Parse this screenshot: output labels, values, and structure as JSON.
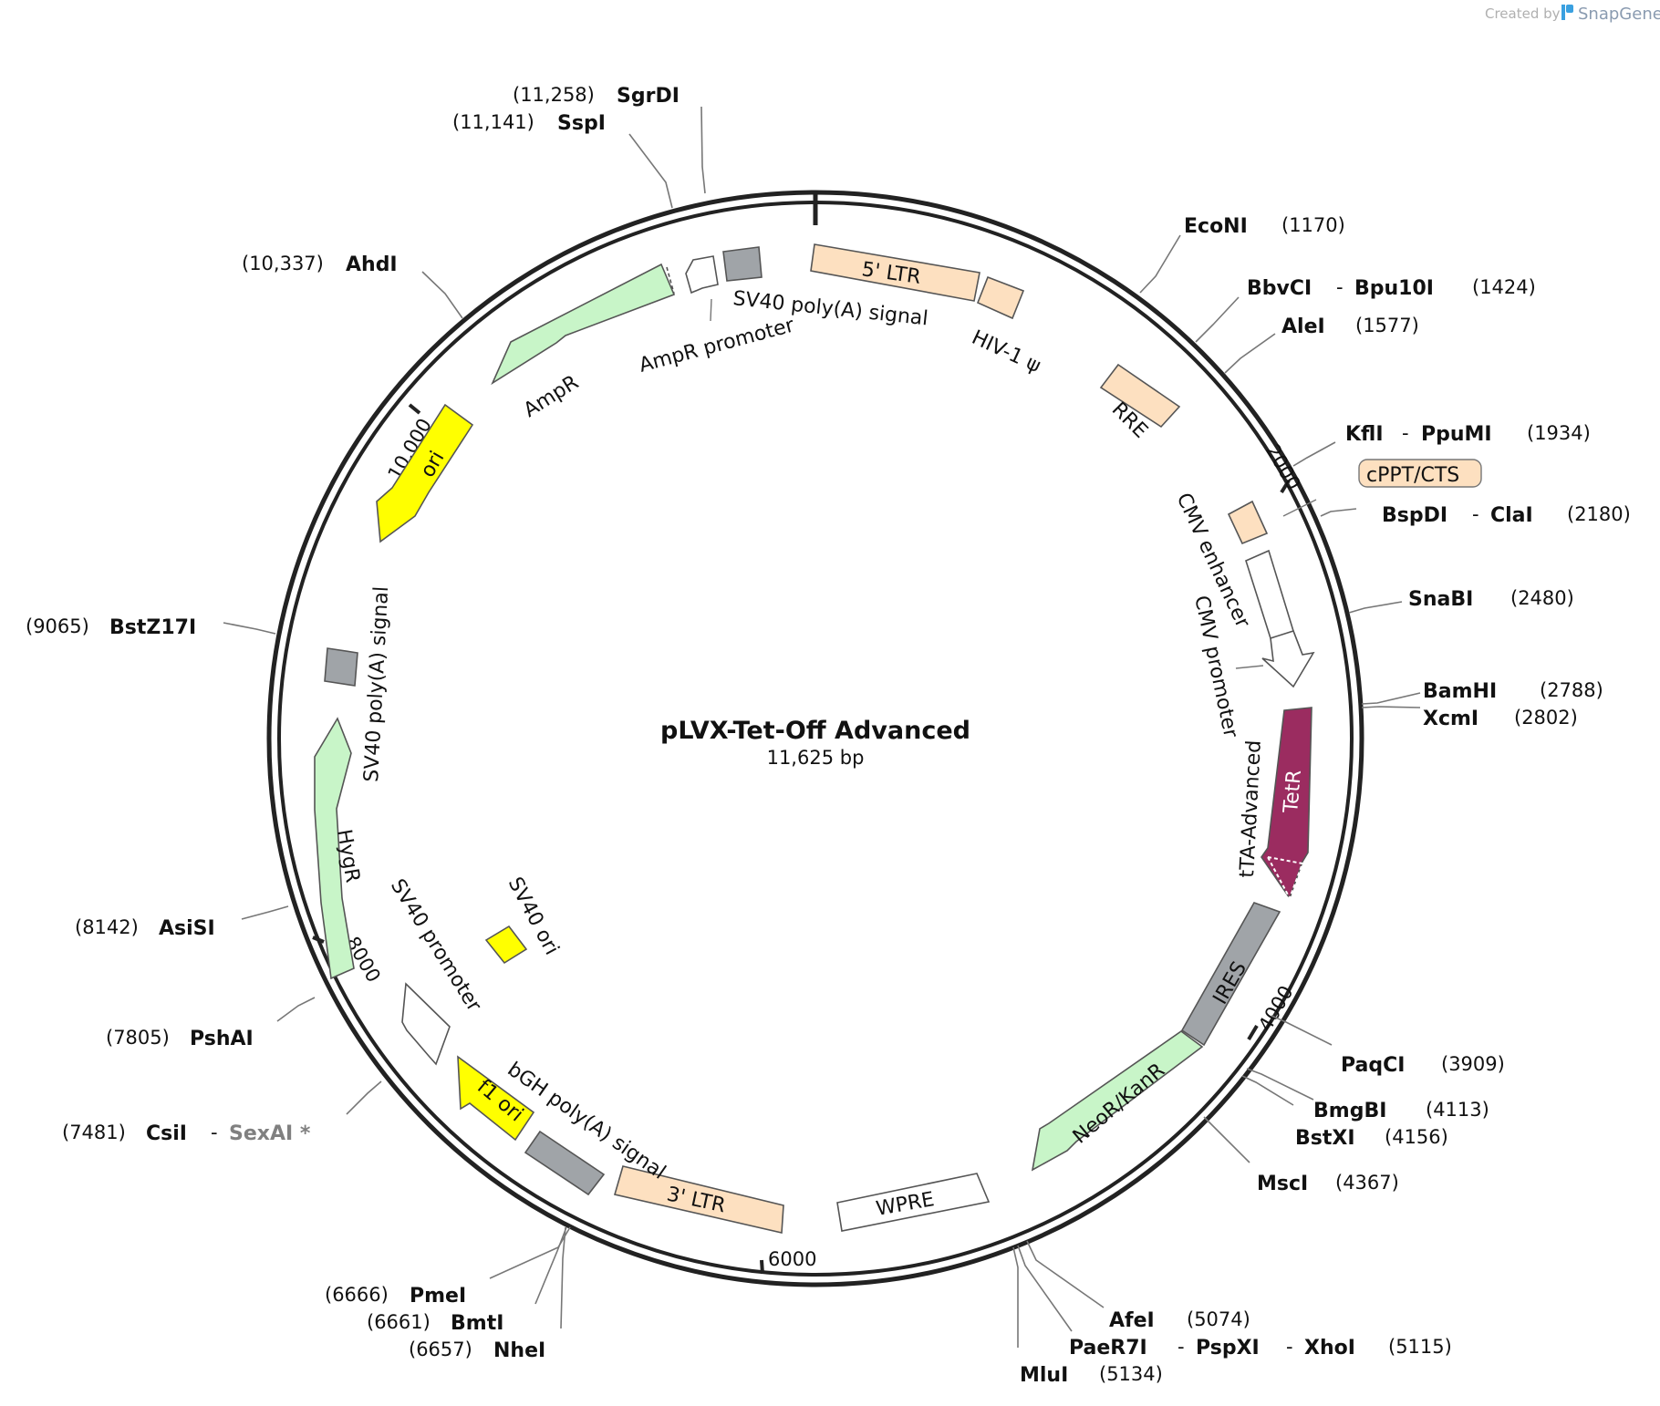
{
  "watermark": {
    "created_by": "Created by",
    "brand": "SnapGene"
  },
  "plasmid": {
    "name": "pLVX-Tet-Off Advanced",
    "size": "11,625 bp"
  },
  "ticks": [
    "2000",
    "4000",
    "6000",
    "8000",
    "10,000"
  ],
  "features": [
    {
      "label": "5' LTR",
      "color": "#fde0c0"
    },
    {
      "label": "HIV-1 ψ",
      "color": "#fde0c0"
    },
    {
      "label": "RRE",
      "color": "#fde0c0"
    },
    {
      "label": "cPPT/CTS",
      "color": "#fde0c0"
    },
    {
      "label": "CMV enhancer",
      "color": "#ffffff"
    },
    {
      "label": "CMV promoter",
      "color": "#ffffff"
    },
    {
      "label": "TetR",
      "color": "#9b2c60"
    },
    {
      "label": "tTA-Advanced",
      "color": "#9b2c60"
    },
    {
      "label": "IRES",
      "color": "#a0a4a8"
    },
    {
      "label": "NeoR/KanR",
      "color": "#c8f5c8"
    },
    {
      "label": "WPRE",
      "color": "#ffffff"
    },
    {
      "label": "3' LTR",
      "color": "#fde0c0"
    },
    {
      "label": "bGH poly(A) signal",
      "color": "#a0a4a8"
    },
    {
      "label": "f1 ori",
      "color": "#ffff00"
    },
    {
      "label": "SV40 promoter",
      "color": "#ffffff"
    },
    {
      "label": "SV40 ori",
      "color": "#ffff00"
    },
    {
      "label": "HygR",
      "color": "#c8f5c8"
    },
    {
      "label": "SV40 poly(A) signal",
      "color": "#a0a4a8"
    },
    {
      "label": "ori",
      "color": "#ffff00"
    },
    {
      "label": "AmpR",
      "color": "#c8f5c8"
    },
    {
      "label": "AmpR promoter",
      "color": "#ffffff"
    },
    {
      "label": "SV40 poly(A) signal",
      "color": "#a0a4a8"
    }
  ],
  "sites": [
    {
      "enzymes": [
        "SgrDI"
      ],
      "pos": "(11,258)"
    },
    {
      "enzymes": [
        "SspI"
      ],
      "pos": "(11,141)"
    },
    {
      "enzymes": [
        "AhdI"
      ],
      "pos": "(10,337)"
    },
    {
      "enzymes": [
        "BstZ17I"
      ],
      "pos": "(9065)"
    },
    {
      "enzymes": [
        "AsiSI"
      ],
      "pos": "(8142)"
    },
    {
      "enzymes": [
        "PshAI"
      ],
      "pos": "(7805)"
    },
    {
      "enzymes": [
        "CsiI",
        "SexAI *"
      ],
      "pos": "(7481)"
    },
    {
      "enzymes": [
        "PmeI"
      ],
      "pos": "(6666)"
    },
    {
      "enzymes": [
        "BmtI"
      ],
      "pos": "(6661)"
    },
    {
      "enzymes": [
        "NheI"
      ],
      "pos": "(6657)"
    },
    {
      "enzymes": [
        "EcoNI"
      ],
      "pos": "(1170)"
    },
    {
      "enzymes": [
        "BbvCI",
        "Bpu10I"
      ],
      "pos": "(1424)"
    },
    {
      "enzymes": [
        "AleI"
      ],
      "pos": "(1577)"
    },
    {
      "enzymes": [
        "KflI",
        "PpuMI"
      ],
      "pos": "(1934)"
    },
    {
      "enzymes": [
        "BspDI",
        "ClaI"
      ],
      "pos": "(2180)"
    },
    {
      "enzymes": [
        "SnaBI"
      ],
      "pos": "(2480)"
    },
    {
      "enzymes": [
        "BamHI"
      ],
      "pos": "(2788)"
    },
    {
      "enzymes": [
        "XcmI"
      ],
      "pos": "(2802)"
    },
    {
      "enzymes": [
        "PaqCI"
      ],
      "pos": "(3909)"
    },
    {
      "enzymes": [
        "BmgBI"
      ],
      "pos": "(4113)"
    },
    {
      "enzymes": [
        "BstXI"
      ],
      "pos": "(4156)"
    },
    {
      "enzymes": [
        "MscI"
      ],
      "pos": "(4367)"
    },
    {
      "enzymes": [
        "AfeI"
      ],
      "pos": "(5074)"
    },
    {
      "enzymes": [
        "PaeR7I",
        "PspXI",
        "XhoI"
      ],
      "pos": "(5115)"
    },
    {
      "enzymes": [
        "MluI"
      ],
      "pos": "(5134)"
    }
  ]
}
